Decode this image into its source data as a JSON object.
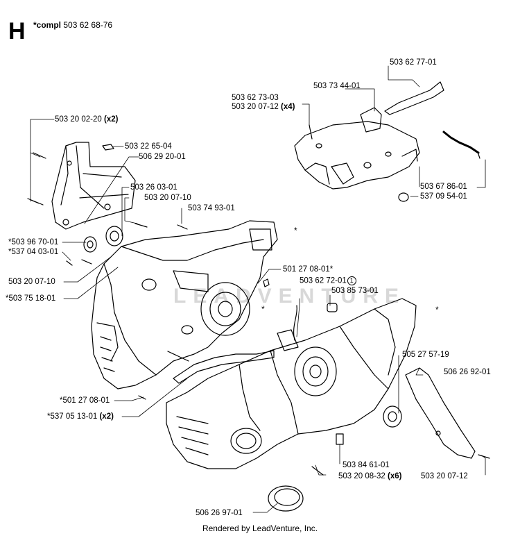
{
  "header": {
    "section": "H",
    "compl_prefix": "*compl",
    "compl_number": "503 62 68-76"
  },
  "watermark": "LEADVENTURE",
  "parts": {
    "p1": "503 20 02-20",
    "p1_qty": "(x2)",
    "p2": "503 22 65-04",
    "p3": "506 29 20-01",
    "p4": "503 26 03-01",
    "p5": "503 20 07-10",
    "p6": "503 74 93-01",
    "p7": "*503 96 70-01",
    "p8": "*537 04 03-01",
    "p9": "503 20 07-10",
    "p10": "*503 75 18-01",
    "p11": "*501 27 08-01",
    "p12": "*537 05 13-01",
    "p12_qty": "(x2)",
    "p13": "503 62 77-01",
    "p14": "503 73 44-01",
    "p15": "503 62 73-03",
    "p16": "503 20 07-12",
    "p16_qty": "(x4)",
    "p17": "503 67 86-01",
    "p18": "537 09 54-01",
    "p19": "501 27 08-01*",
    "p20": "503 62 72-01",
    "p20_ref": "1",
    "p21": "503 85 73-01",
    "p22": "505 27 57-19",
    "p23": "506 26 92-01",
    "p24": "503 84 61-01",
    "p25": "503 20 08-32",
    "p25_qty": "(x6)",
    "p26": "503 20 07-12",
    "p27": "506 26 97-01"
  },
  "asterisk": "*",
  "footer": "Rendered by LeadVenture, Inc."
}
